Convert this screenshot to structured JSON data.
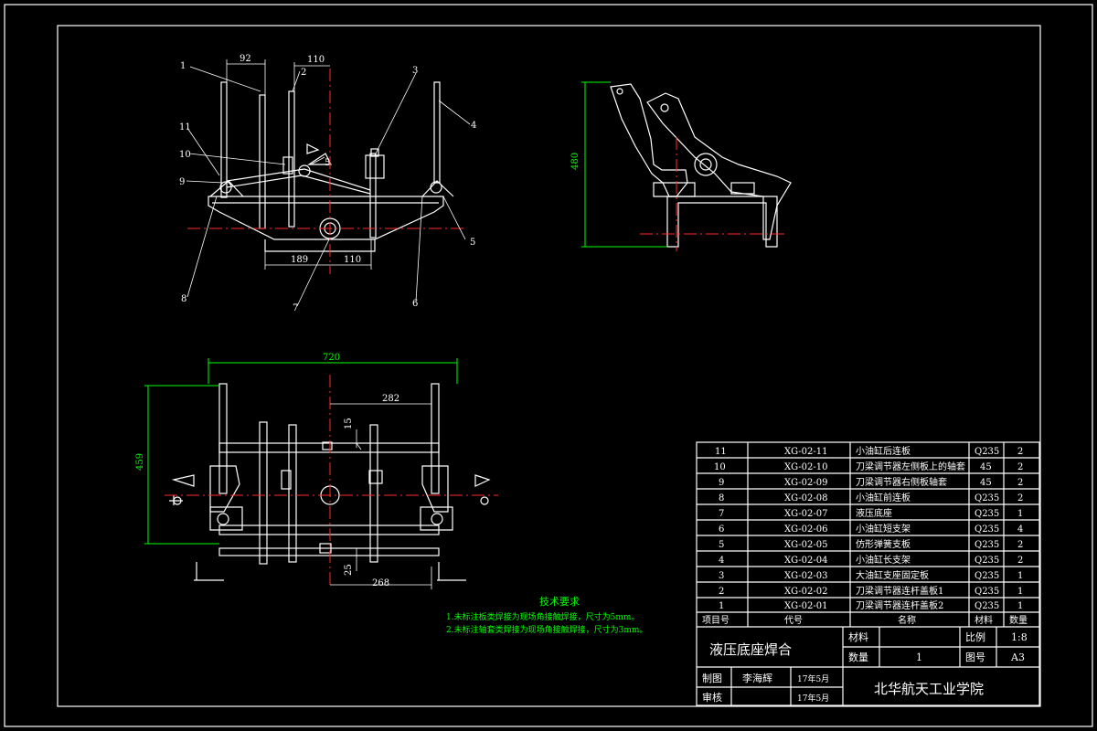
{
  "balloons": [
    "1",
    "2",
    "3",
    "4",
    "5",
    "5",
    "6",
    "7",
    "8",
    "9",
    "10",
    "11"
  ],
  "dims_top": {
    "d92": "92",
    "d110a": "110",
    "d189": "189",
    "d110b": "110"
  },
  "dims_side": {
    "d480": "480"
  },
  "dims_plan": {
    "d720": "720",
    "d459": "459",
    "d282": "282",
    "d15": "15",
    "d25": "25",
    "d268": "268"
  },
  "tech": {
    "title": "技术要求",
    "line1": "1.未标注板类焊接为现场角接触焊接，尺寸为5mm。",
    "line2": "2.未标注轴套类焊接为现场角接触焊接，尺寸为3mm。"
  },
  "parts": [
    {
      "no": "11",
      "code": "XG-02-11",
      "name": "小油缸后连板",
      "mat": "Q235",
      "qty": "2"
    },
    {
      "no": "10",
      "code": "XG-02-10",
      "name": "刀梁调节器左侧板上的轴套",
      "mat": "45",
      "qty": "2"
    },
    {
      "no": "9",
      "code": "XG-02-09",
      "name": "刀梁调节器右侧板轴套",
      "mat": "45",
      "qty": "2"
    },
    {
      "no": "8",
      "code": "XG-02-08",
      "name": "小油缸前连板",
      "mat": "Q235",
      "qty": "2"
    },
    {
      "no": "7",
      "code": "XG-02-07",
      "name": "液压底座",
      "mat": "Q235",
      "qty": "1"
    },
    {
      "no": "6",
      "code": "XG-02-06",
      "name": "小油缸短支架",
      "mat": "Q235",
      "qty": "4"
    },
    {
      "no": "5",
      "code": "XG-02-05",
      "name": "仿形弹簧支板",
      "mat": "Q235",
      "qty": "2"
    },
    {
      "no": "4",
      "code": "XG-02-04",
      "name": "小油缸长支架",
      "mat": "Q235",
      "qty": "2"
    },
    {
      "no": "3",
      "code": "XG-02-03",
      "name": "大油缸支座固定板",
      "mat": "Q235",
      "qty": "1"
    },
    {
      "no": "2",
      "code": "XG-02-02",
      "name": "刀梁调节器连杆盖板1",
      "mat": "Q235",
      "qty": "1"
    },
    {
      "no": "1",
      "code": "XG-02-01",
      "name": "刀梁调节器连杆盖板2",
      "mat": "Q235",
      "qty": "1"
    }
  ],
  "table_header": {
    "no": "项目号",
    "code": "代号",
    "name": "名称",
    "mat": "材料",
    "qty": "数量"
  },
  "title_block": {
    "drawing_name": "液压底座焊合",
    "material_label": "材料",
    "scale_label": "比例",
    "scale_value": "1:8",
    "quantity_label": "数量",
    "quantity_value": "1",
    "sheet_label": "图号",
    "sheet_value": "A3",
    "drawn_label": "制图",
    "drawn_name": "李海辉",
    "drawn_date": "17年5月",
    "check_label": "审核",
    "check_date": "17年5月",
    "school": "北华航天工业学院"
  }
}
